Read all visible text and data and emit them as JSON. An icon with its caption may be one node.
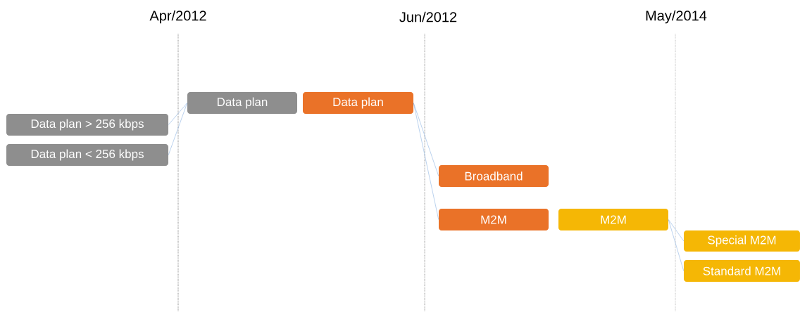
{
  "diagram": {
    "nodes": [
      {
        "text": [
          "Data plan > 256 kbps"
        ]
      },
      {
        "text": [
          "Data plan < 256 kbps"
        ]
      },
      {
        "text": [
          "Data plan"
        ]
      },
      {
        "text": [
          "Data plan"
        ]
      },
      {
        "text": [
          "Broadband"
        ]
      },
      {
        "text": [
          "M2M"
        ]
      },
      {
        "text": [
          "M2M"
        ]
      },
      {
        "text": [
          "Special M2M"
        ]
      },
      {
        "text": [
          "Standard M2M"
        ]
      }
    ],
    "edges": [
      {
        "from": 0,
        "to": 2,
        "arrow": "none"
      },
      {
        "from": 1,
        "to": 2,
        "arrow": "none"
      },
      {
        "from": 3,
        "to": 4,
        "arrow": "none"
      },
      {
        "from": 3,
        "to": 5,
        "arrow": "none"
      },
      {
        "from": 6,
        "to": 7,
        "arrow": "none"
      },
      {
        "from": 6,
        "to": 8,
        "arrow": "none"
      }
    ],
    "labels": [
      "Apr/2012",
      "Jun/2012",
      "May/2014"
    ]
  }
}
